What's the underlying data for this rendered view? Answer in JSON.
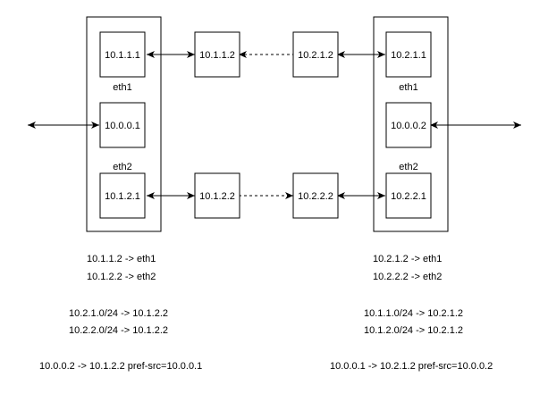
{
  "left_router": {
    "eth1_addr": "10.1.1.1",
    "eth1_label": "eth1",
    "lo_addr": "10.0.0.1",
    "eth2_label": "eth2",
    "eth2_addr": "10.1.2.1"
  },
  "right_router": {
    "eth1_addr": "10.2.1.1",
    "eth1_label": "eth1",
    "lo_addr": "10.0.0.2",
    "eth2_label": "eth2",
    "eth2_addr": "10.2.2.1"
  },
  "hops": {
    "top_left": "10.1.1.2",
    "top_right": "10.2.1.2",
    "bottom_left": "10.1.2.2",
    "bottom_right": "10.2.2.2"
  },
  "left_notes": {
    "route1": "10.1.1.2 -> eth1",
    "route2": "10.1.2.2 -> eth2",
    "route3": "10.2.1.0/24 -> 10.1.2.2",
    "route4": "10.2.2.0/24 -> 10.1.2.2",
    "route5": "10.0.0.2 -> 10.1.2.2 pref-src=10.0.0.1"
  },
  "right_notes": {
    "route1": "10.2.1.2 -> eth1",
    "route2": "10.2.2.2 -> eth2",
    "route3": "10.1.1.0/24 -> 10.2.1.2",
    "route4": "10.1.2.0/24 -> 10.2.1.2",
    "route5": "10.0.0.1 -> 10.2.1.2 pref-src=10.0.0.2"
  }
}
